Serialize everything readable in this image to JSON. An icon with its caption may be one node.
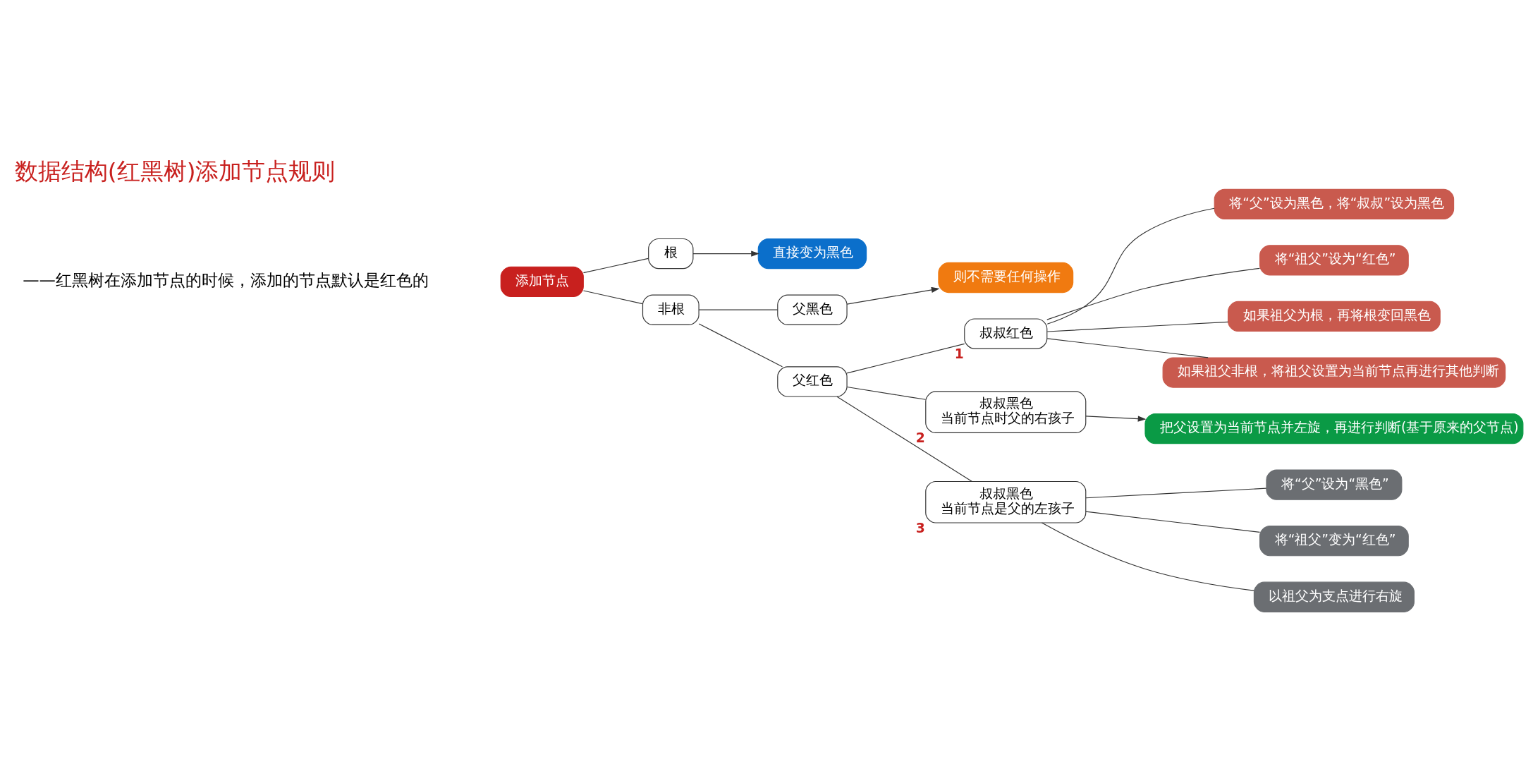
{
  "diagram": {
    "title": "数据结构(红黑树)添加节点规则",
    "nodes": [
      {
        "text": [
          "添加节点"
        ]
      },
      {
        "text": [
          "根"
        ]
      },
      {
        "text": [
          "非根"
        ]
      },
      {
        "text": [
          "父黑色"
        ]
      },
      {
        "text": [
          "父红色"
        ]
      },
      {
        "text": [
          "叔叔红色"
        ],
        "beside": [
          "1"
        ]
      },
      {
        "text": [
          "叔叔黑色",
          "当前节点时父的右孩子"
        ],
        "beside": [
          "2"
        ]
      },
      {
        "text": [
          "叔叔黑色",
          "当前节点是父的左孩子"
        ],
        "beside": [
          "3"
        ]
      },
      {
        "text": [
          "直接变为黑色"
        ]
      },
      {
        "text": [
          "则不需要任何操作"
        ]
      },
      {
        "text": [
          "将“父”设为黑色，将“叔叔”设为黑色"
        ]
      },
      {
        "text": [
          "将“祖父”设为“红色”"
        ]
      },
      {
        "text": [
          "如果祖父为根，再将根变回黑色"
        ]
      },
      {
        "text": [
          "如果祖父非根，将祖父设置为当前节点再进行其他判断"
        ]
      },
      {
        "text": [
          "把父设置为当前节点并左旋，再进行判断(基于原来的父节点)"
        ]
      },
      {
        "text": [
          "将“父”设为“黑色”"
        ]
      },
      {
        "text": [
          "将“祖父”变为“红色”"
        ]
      },
      {
        "text": [
          "以祖父为支点进行右旋"
        ]
      }
    ],
    "edges": [
      {
        "from": 0,
        "to": 1,
        "arrow": "none"
      },
      {
        "from": 0,
        "to": 2,
        "arrow": "none"
      },
      {
        "from": 1,
        "to": 8,
        "arrow": "to"
      },
      {
        "from": 2,
        "to": 3,
        "arrow": "none"
      },
      {
        "from": 2,
        "to": 4,
        "arrow": "none"
      },
      {
        "from": 3,
        "to": 9,
        "arrow": "to"
      },
      {
        "from": 4,
        "to": 5,
        "arrow": "none"
      },
      {
        "from": 4,
        "to": 6,
        "arrow": "none"
      },
      {
        "from": 4,
        "to": 7,
        "arrow": "none"
      },
      {
        "from": 5,
        "to": 10,
        "arrow": "none"
      },
      {
        "from": 5,
        "to": 11,
        "arrow": "none"
      },
      {
        "from": 5,
        "to": 12,
        "arrow": "none"
      },
      {
        "from": 5,
        "to": 13,
        "arrow": "none"
      },
      {
        "from": 6,
        "to": 14,
        "arrow": "to"
      },
      {
        "from": 7,
        "to": 15,
        "arrow": "none"
      },
      {
        "from": 7,
        "to": 16,
        "arrow": "none"
      },
      {
        "from": 7,
        "to": 17,
        "arrow": "none"
      }
    ],
    "labels": [
      "——红黑树在添加节点的时候，添加的节点默认是红色的"
    ]
  }
}
